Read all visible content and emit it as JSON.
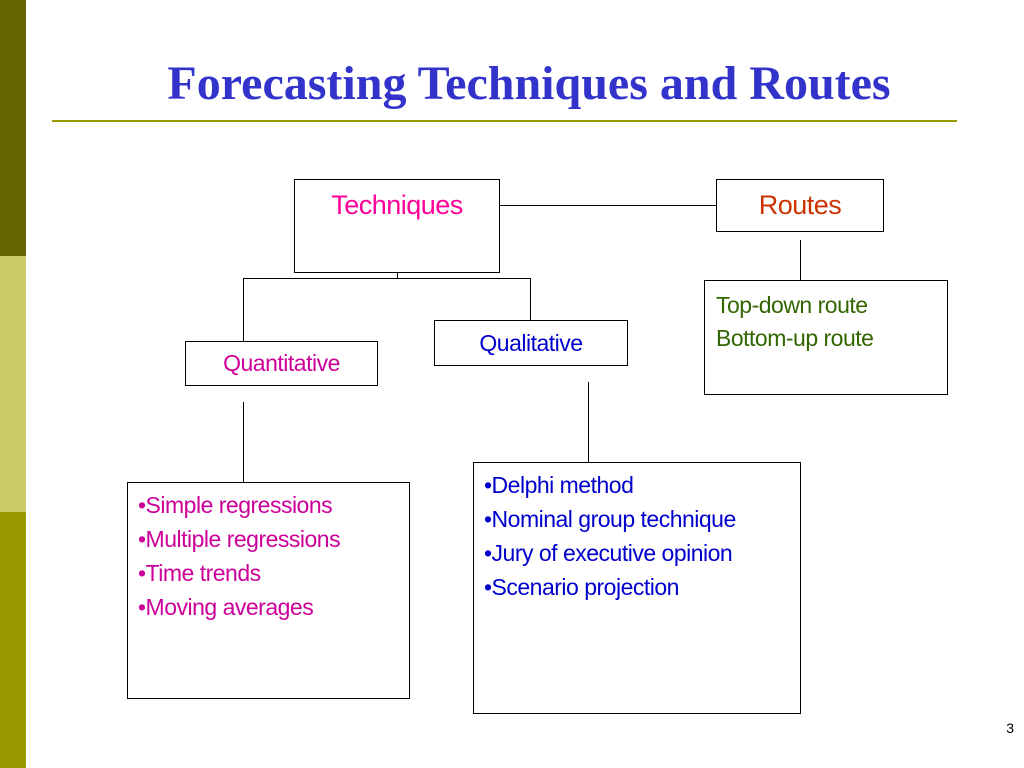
{
  "slide": {
    "title": "Forecasting Techniques and Routes",
    "page_number": "3"
  },
  "diagram": {
    "techniques": {
      "label": "Techniques",
      "color": "#ff0099"
    },
    "routes": {
      "label": "Routes",
      "color": "#cc3300"
    },
    "routes_list": {
      "items": [
        "Top-down route",
        "Bottom-up route"
      ],
      "color": "#336600"
    },
    "quantitative": {
      "label": "Quantitative",
      "color": "#cc0099"
    },
    "qualitative": {
      "label": "Qualitative",
      "color": "#0000cc"
    },
    "quantitative_methods": {
      "items": [
        "•Simple regressions",
        "•Multiple regressions",
        "•Time trends",
        "•Moving averages"
      ],
      "color": "#cc0099"
    },
    "qualitative_methods": {
      "items": [
        "•Delphi method",
        "•Nominal group technique",
        "•Jury of executive opinion",
        "•Scenario projection"
      ],
      "color": "#0000cc"
    }
  },
  "colors": {
    "title": "#3333cc",
    "band_dark": "#666600",
    "band_light": "#cccc66",
    "band_mid": "#999900"
  }
}
